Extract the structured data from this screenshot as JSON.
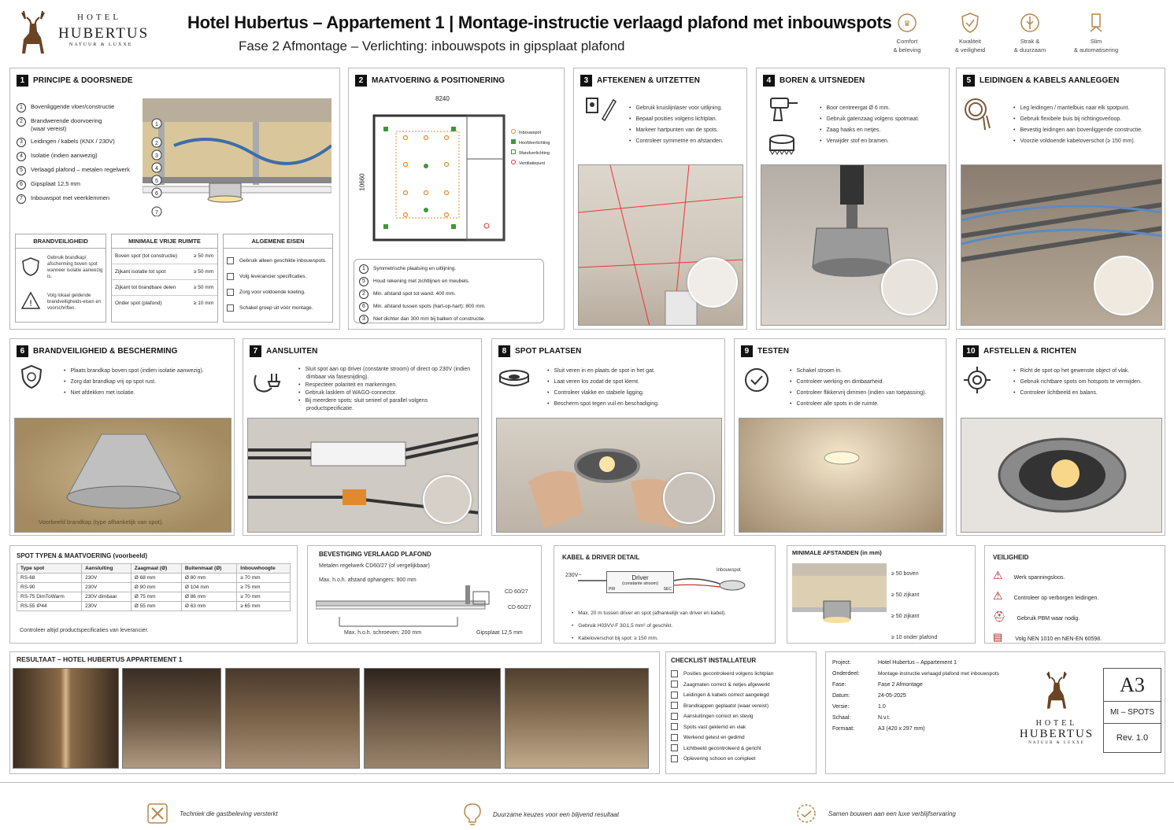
{
  "logo": {
    "line1": "HOTEL",
    "line2": "HUBERTUS",
    "line3": "NATUUR & LUXXE"
  },
  "header": {
    "title": "Hotel Hubertus – Appartement 1 | Montage-instructie verlaagd plafond met inbouwspots",
    "subtitle": "Fase 2 Afmontage – Verlichting: inbouwspots in gipsplaat plafond",
    "icons": [
      {
        "icon": "comfort-icon",
        "l1": "Comfort",
        "l2": "& beleving"
      },
      {
        "icon": "shield-check-icon",
        "l1": "Kwaliteit",
        "l2": "& veiligheid"
      },
      {
        "icon": "leaf-icon",
        "l1": "Strak &",
        "l2": "& duurzaam"
      },
      {
        "icon": "smart-icon",
        "l1": "Slim",
        "l2": "& automatisering"
      }
    ]
  },
  "s1": {
    "num": "1",
    "title": "PRINCIPE & DOORSNEDE",
    "items": [
      "Bovenliggende vloer/constructie",
      "Brandwerende doorvoering\n(waar vereist)",
      "Leidingen / kabels (KNX / 230V)",
      "Isolatie (indien aanwezig)",
      "Verlaagd plafond – metalen regelwerk",
      "Gipsplaat 12,5 mm",
      "Inbouwspot met veerklemmen"
    ],
    "brand": {
      "title": "BRANDVEILIGHEID",
      "t1": "Gebruik brandkap/ afscherming boven spot wanneer isolatie aanwezig is.",
      "t2": "Volg lokaal geldende brandveiligheids-eisen en voorschriften."
    },
    "ruimte": {
      "title": "MINIMALE VRIJE RUIMTE",
      "rows": [
        [
          "Boven spot (tot constructie)",
          "≥ 50 mm"
        ],
        [
          "Zijkant isolatie tot spot",
          "≥ 50 mm"
        ],
        [
          "Zijkant tot brandbare delen",
          "≥ 50 mm"
        ],
        [
          "Onder spot (plafond)",
          "≥ 10 mm"
        ]
      ]
    },
    "eisen": {
      "title": "ALGEMENE EISEN",
      "items": [
        "Gebruik alleen geschikte inbouwspots.",
        "Volg leverancier specificaties.",
        "Zorg voor voldoende koeling.",
        "Schakel groep uit vóór montage."
      ]
    }
  },
  "s2": {
    "num": "2",
    "title": "MAATVOERING & POSITIONERING",
    "dim_w": "8240",
    "dim_h": "10660",
    "legend": [
      "Inbouwspot",
      "Hoofdverlichting",
      "Wandverlichting",
      "Ventilatiepunt"
    ],
    "notes": [
      "Symmetrische plaatsing en uitlijning.",
      "Houd rekening met zichtlijnen en meubels.",
      "Min. afstand spot tot wand: 400 mm.",
      "Min. afstand tussen spots (hart-op-hart): 800 mm.",
      "Niet dichter dan 300 mm bij balken of constructie."
    ],
    "note_nums": [
      "1",
      "5",
      "2",
      "6",
      "3"
    ]
  },
  "s3": {
    "num": "3",
    "title": "AFTEKENEN & UITZETTEN",
    "items": [
      "Gebruik kruislijnlaser voor uitlijning.",
      "Bepaal posities volgens lichtplan.",
      "Markeer hartpunten van de spots.",
      "Controleer symmetrie en afstanden."
    ]
  },
  "s4": {
    "num": "4",
    "title": "BOREN & UITSNEDEN",
    "items": [
      "Boor centreergat Ø 6 mm.",
      "Gebruik gatenzaag volgens spotmaat.",
      "Zaag haaks en netjes.",
      "Verwijder stof en bramen."
    ]
  },
  "s5": {
    "num": "5",
    "title": "LEIDINGEN & KABELS AANLEGGEN",
    "items": [
      "Leg leidingen / mantelbuis naar elk spotpunt.",
      "Gebruik flexibele buis bij richtingsverloop.",
      "Bevestig leidingen aan bovenliggende constructie.",
      "Voorzie voldoende kabeloverschot (≥ 150 mm)."
    ]
  },
  "s6": {
    "num": "6",
    "title": "BRANDVEILIGHEID & BESCHERMING",
    "items": [
      "Plaats brandkap boven spot (indien isolatie aanwezig).",
      "Zorg dat brandkap vrij op spot rust.",
      "Niet afdekken met isolatie."
    ],
    "caption": "Voorbeeld brandkap (type afhankelijk van spot)."
  },
  "s7": {
    "num": "7",
    "title": "AANSLUITEN",
    "items": [
      "Sluit spot aan op driver (constante stroom) of direct op 230V (indien dimbaar via fasesnijding).",
      "Respecteer polariteit en markeringen.",
      "Gebruik lasklem of WAGO-connector.",
      "Bij meerdere spots: sluit serieel of parallel volgens productspecificatie."
    ]
  },
  "s8": {
    "num": "8",
    "title": "SPOT PLAATSEN",
    "items": [
      "Sluit veren in en plaats de spot in het gat.",
      "Laat veren los zodat de spot klemt.",
      "Controleer vlakke en stabiele ligging.",
      "Bescherm spot tegen vuil en beschadiging."
    ]
  },
  "s9": {
    "num": "9",
    "title": "TESTEN",
    "items": [
      "Schakel stroom in.",
      "Controleer werking en dimbaarheid.",
      "Controleer flikkervrij dimmen (indien van toepassing).",
      "Controleer alle spots in de ruimte."
    ]
  },
  "s10": {
    "num": "10",
    "title": "AFSTELLEN & RICHTEN",
    "items": [
      "Richt de spot op het gewenste object of vlak.",
      "Gebruik richtbare spots om hotspots te vermijden.",
      "Controleer lichtbeeld en balans."
    ]
  },
  "spottable": {
    "title": "SPOT TYPEN & MAATVOERING (voorbeeld)",
    "headers": [
      "Type spot",
      "Aansluiting",
      "Zaagmaat (Ø)",
      "Buitenmaat (Ø)",
      "Inbouwhoogte"
    ],
    "rows": [
      [
        "RS-68",
        "230V",
        "Ø 68 mm",
        "Ø 80 mm",
        "≥ 70 mm"
      ],
      [
        "RS-90",
        "230V",
        "Ø 90 mm",
        "Ø 104 mm",
        "≥ 75 mm"
      ],
      [
        "RS-75 DimToWarm",
        "230V dimbaar",
        "Ø 75 mm",
        "Ø 86 mm",
        "≥ 70 mm"
      ],
      [
        "RS-55 IP44",
        "230V",
        "Ø 55 mm",
        "Ø 63 mm",
        "≥ 65 mm"
      ]
    ],
    "note": "Controleer altijd productspecificaties van leverancier."
  },
  "bevest": {
    "title": "BEVESTIGING VERLAAGD PLAFOND",
    "l1": "Metalen regelwerk CD60/27 (of vergelijkbaar)",
    "l2": "Max. h.o.h. afstand ophangers: 900 mm",
    "cd1": "CD 60/27",
    "cd2": "CD 60/27",
    "screw": "Max. h.o.h. schroeven: 200 mm",
    "gips": "Gipsplaat 12,5 mm"
  },
  "kabel": {
    "title": "KABEL & DRIVER DETAIL",
    "v": "230V~",
    "driver": "Driver",
    "driver_sub": "(constante stroom)",
    "pri": "PRI",
    "sec": "SEC",
    "spot": "Inbouwspot",
    "items": [
      "Max. 20 m tussen driver en spot (afhankelijk van driver en kabel).",
      "Gebruik H03VV-F 3G1,5 mm² of geschikt.",
      "Kabeloverschot bij spot: ≥ 150 mm."
    ]
  },
  "minaf": {
    "title": "MINIMALE AFSTANDEN (in mm)",
    "items": [
      "≥ 50 boven",
      "≥ 50 zijkant",
      "≥ 50 zijkant",
      "≥ 10 onder plafond"
    ]
  },
  "veilig": {
    "title": "VEILIGHEID",
    "items": [
      "Werk spanningsloos.",
      "Controleer op verborgen leidingen.",
      "Gebruik PBM waar nodig.",
      "Volg NEN 1010 en NEN-EN 60598."
    ]
  },
  "result": {
    "title": "RESULTAAT – HOTEL HUBERTUS APPARTEMENT 1"
  },
  "checklist": {
    "title": "CHECKLIST INSTALLATEUR",
    "items": [
      "Posities gecontroleerd volgens lichtplan",
      "Zaagmaten correct & netjes afgewerkt",
      "Leidingen & kabels correct aangelegd",
      "Brandkappen geplaatst (waar vereist)",
      "Aansluitingen correct en stevig",
      "Spots vast geklemd en vlak",
      "Werkend getest en gedimd",
      "Lichtbeeld gecontroleerd & gericht",
      "Oplevering schoon en compleet"
    ]
  },
  "info": {
    "rows": [
      [
        "Project:",
        "Hotel Hubertus – Appartement 1"
      ],
      [
        "Onderdeel:",
        "Montage-instructie verlaagd plafond met inbouwspots"
      ],
      [
        "Fase:",
        "Fase 2 Afmontage"
      ],
      [
        "Datum:",
        "24-05-2025"
      ],
      [
        "Versie:",
        "1.0"
      ],
      [
        "Schaal:",
        "N.v.t."
      ],
      [
        "Formaat:",
        "A3 (420 x 297 mm)"
      ]
    ],
    "format": "A3",
    "code": "MI – SPOTS",
    "rev": "Rev. 1.0"
  },
  "footer": [
    "Techniek die gastbeleving versterkt",
    "Duurzame keuzes voor een blijvend resultaat",
    "Samen bouwen aan een luxe verblijfservaring"
  ]
}
